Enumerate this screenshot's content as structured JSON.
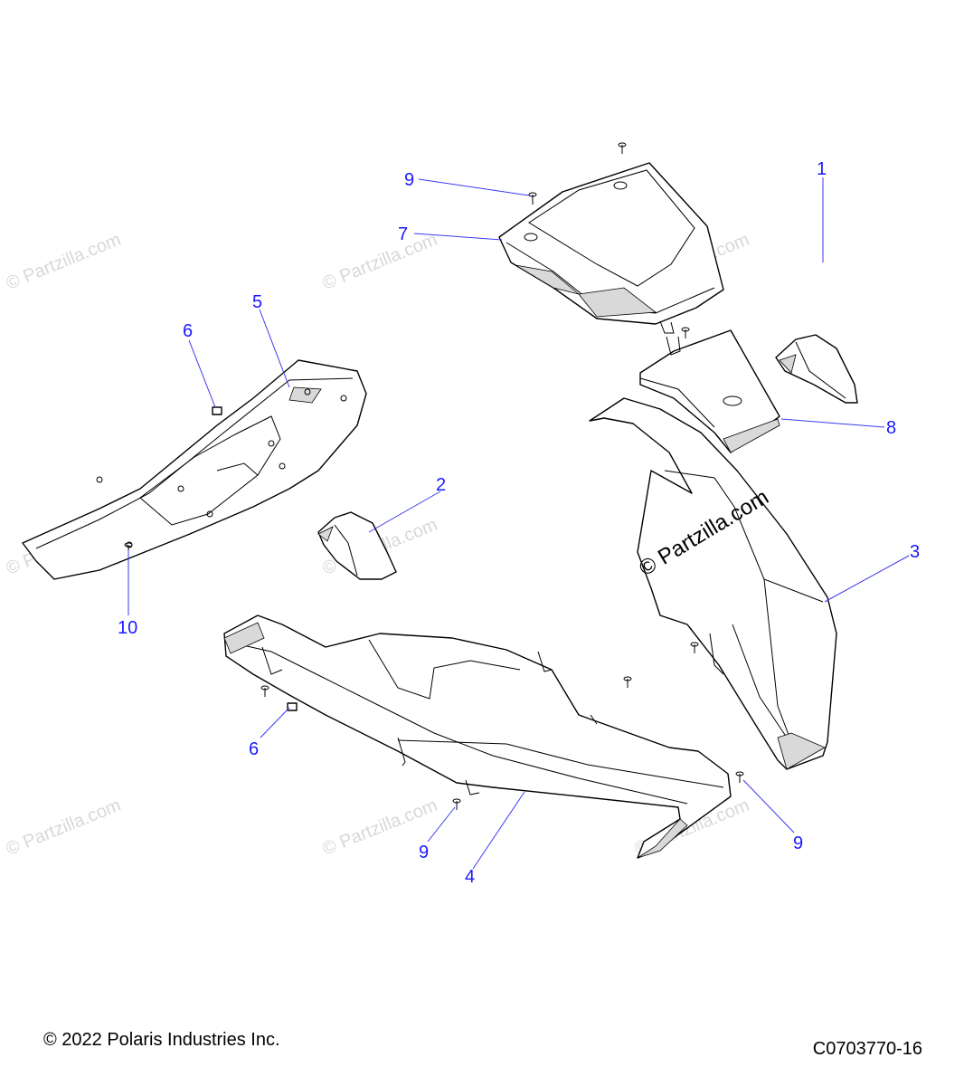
{
  "callouts": [
    "1",
    "2",
    "3",
    "4",
    "5",
    "6",
    "6",
    "7",
    "8",
    "9",
    "9",
    "9",
    "10"
  ],
  "watermark": {
    "main": "© Partzilla.com",
    "faint": "© Partzilla.com"
  },
  "footer": {
    "copyright": "© 2022 Polaris Industries Inc.",
    "drawing_number": "C0703770-16"
  },
  "colors": {
    "callout": "#1a1aff",
    "line": "#000000",
    "watermark": "#d8d8d8"
  }
}
